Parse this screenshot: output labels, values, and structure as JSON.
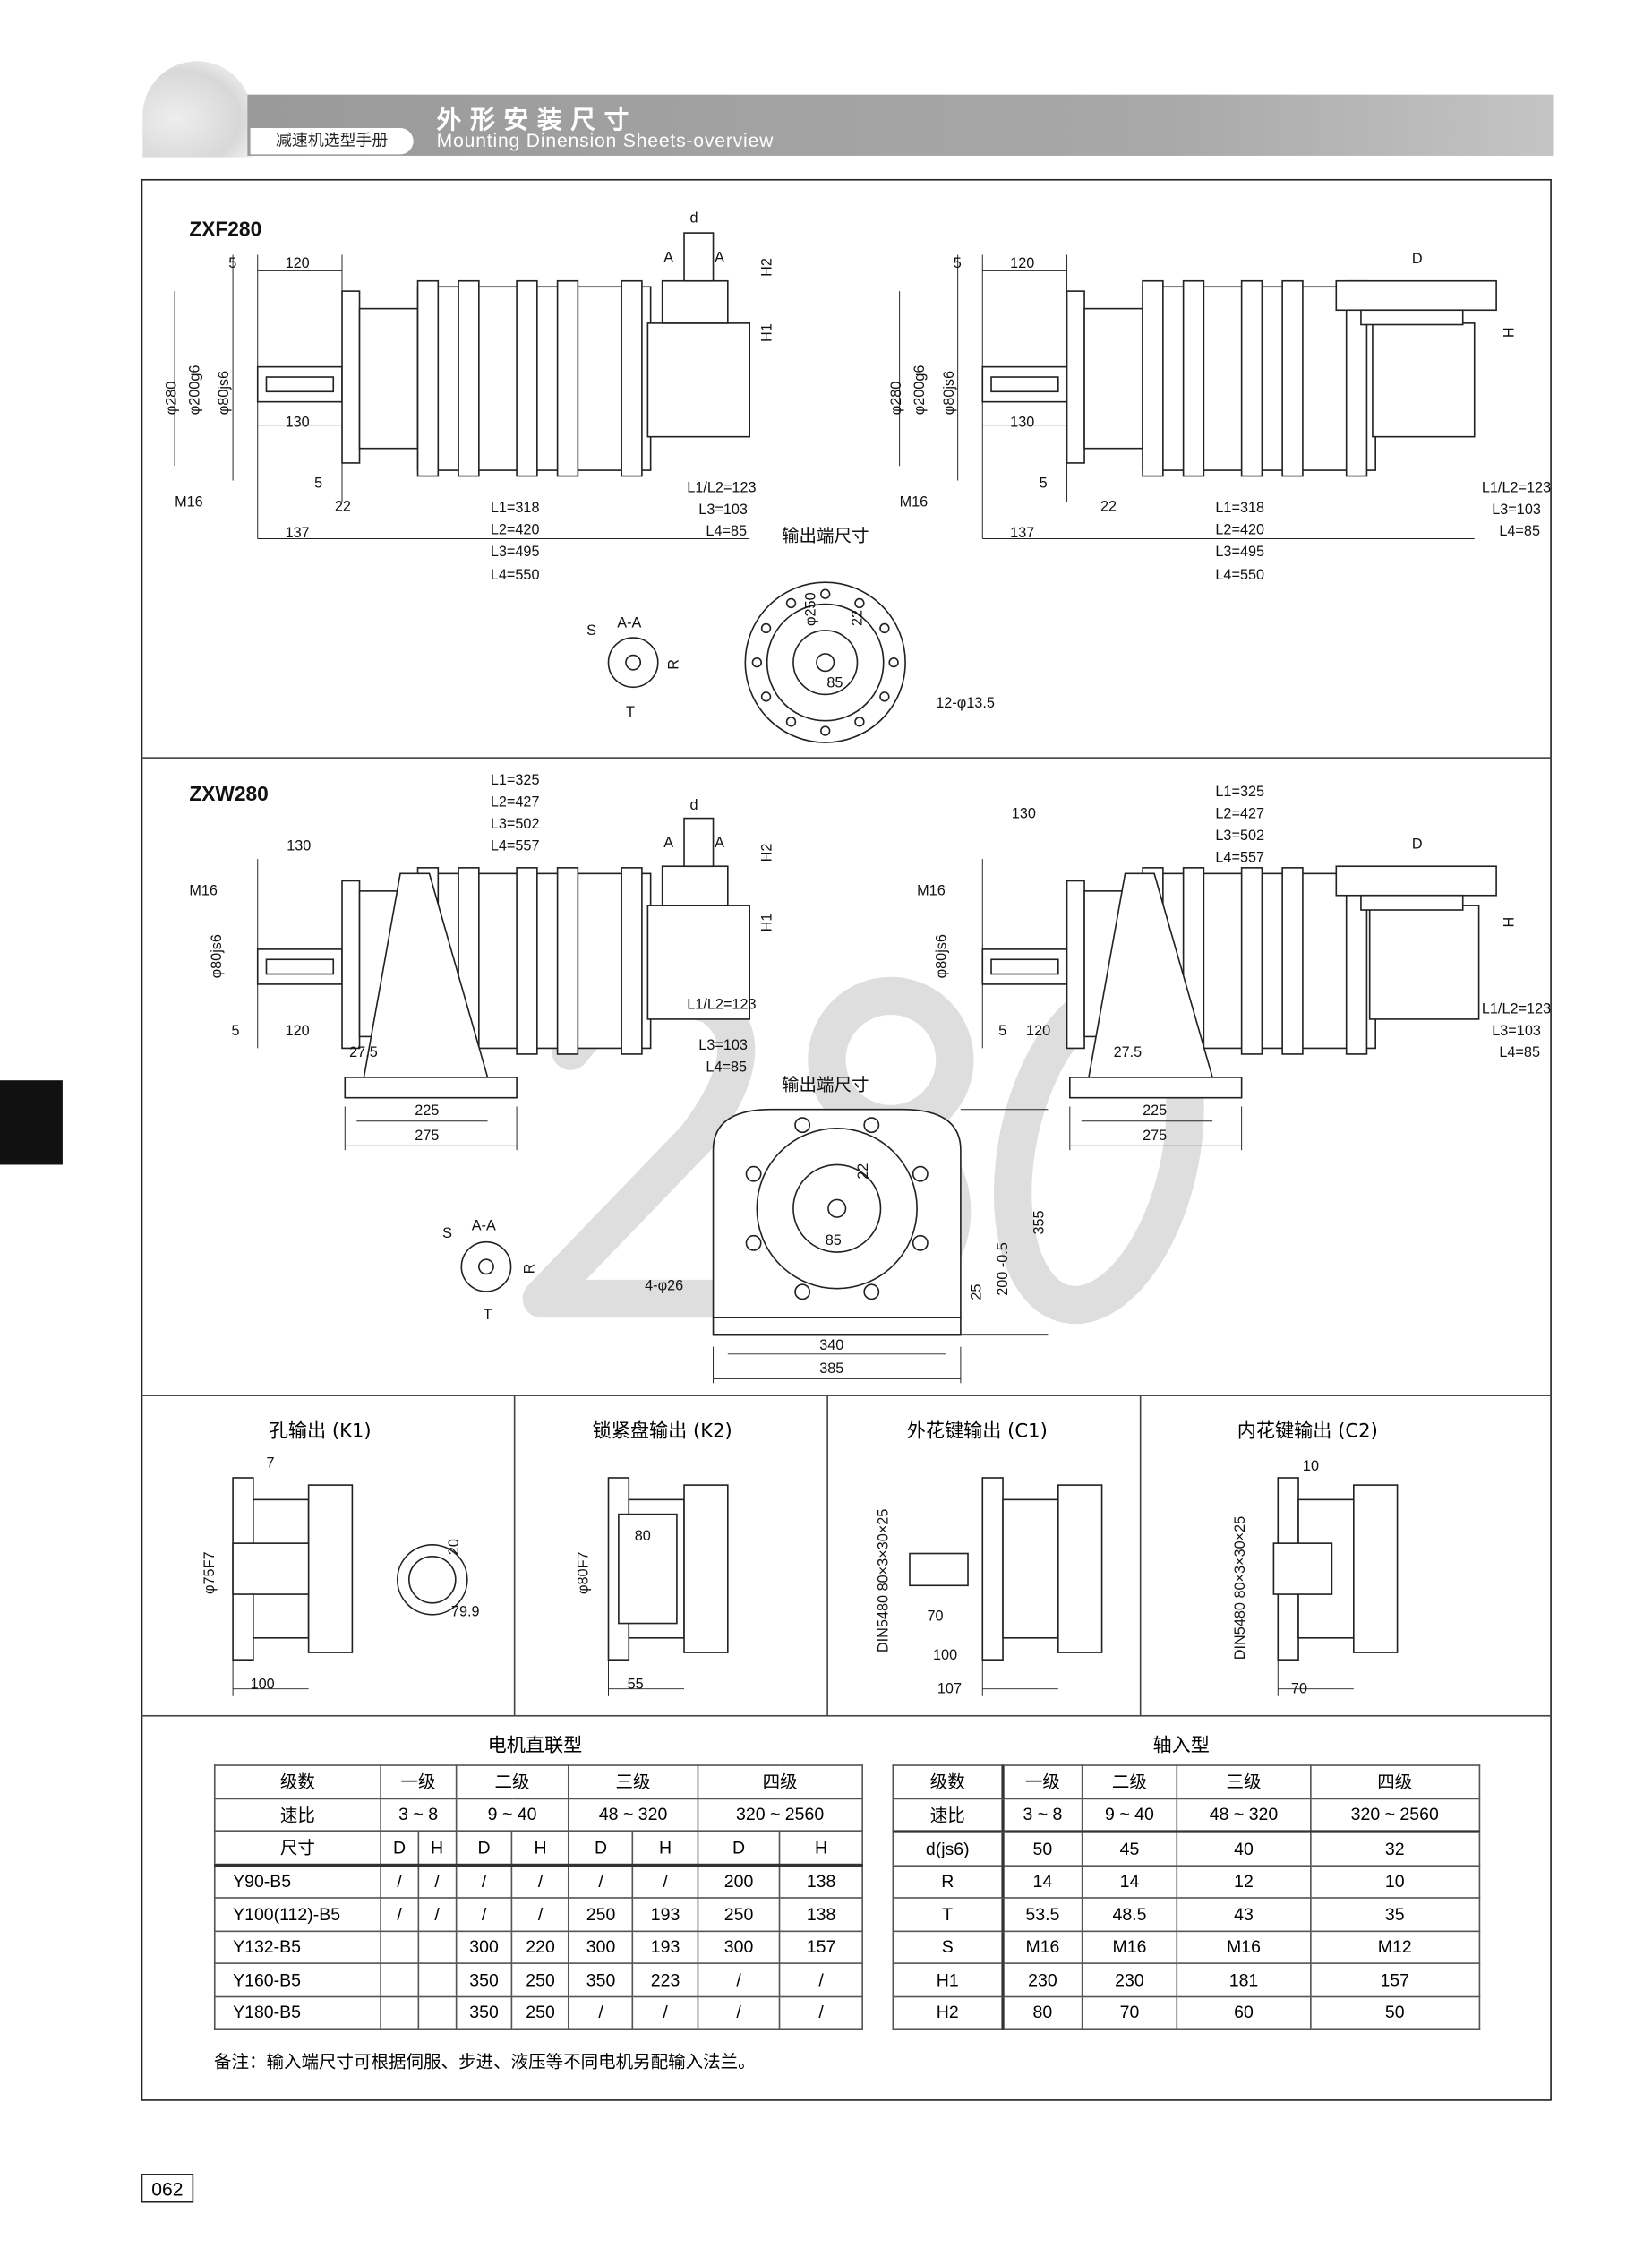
{
  "header": {
    "book": "减速机选型手册",
    "title_cn": "外形安装尺寸",
    "title_en": "Mounting Dinension Sheets-overview"
  },
  "watermark": "280",
  "page_number": "062",
  "zxf": {
    "model": "ZXF280",
    "output_title": "输出端尺寸",
    "left": [
      "5",
      "120",
      "d",
      "A",
      "A",
      "H2",
      "H1",
      "φ280",
      "φ200g6",
      "φ80js6",
      "130",
      "5",
      "M16",
      "22",
      "137",
      "L1=318",
      "L2=420",
      "L3=495",
      "L4=550",
      "L1/L2=123",
      "L3=103",
      "L4=85"
    ],
    "right": [
      "5",
      "120",
      "D",
      "H",
      "φ280",
      "φ200g6",
      "φ80js6",
      "130",
      "5",
      "M16",
      "22",
      "137",
      "L1=318",
      "L2=420",
      "L3=495",
      "L4=550",
      "L1/L2=123",
      "L3=103",
      "L4=85"
    ],
    "output": [
      "φ250",
      "22",
      "85",
      "12-φ13.5"
    ],
    "section": [
      "S",
      "A-A",
      "R",
      "T"
    ]
  },
  "zxw": {
    "model": "ZXW280",
    "output_title": "输出端尺寸",
    "left": [
      "L1=325",
      "L2=427",
      "L3=502",
      "L4=557",
      "130",
      "M16",
      "φ80js6",
      "5",
      "120",
      "27.5",
      "225",
      "275",
      "d",
      "A",
      "A",
      "H2",
      "H1",
      "L1/L2=123",
      "L3=103",
      "L4=85"
    ],
    "right": [
      "130",
      "L1=325",
      "L2=427",
      "L3=502",
      "L4=557",
      "M16",
      "φ80js6",
      "5",
      "120",
      "27.5",
      "225",
      "275",
      "D",
      "H",
      "L1/L2=123",
      "L3=103",
      "L4=85"
    ],
    "output": [
      "22",
      "85",
      "355",
      "25",
      "200 -0.5",
      "4-φ26",
      "340",
      "385"
    ],
    "section": [
      "S",
      "A-A",
      "R",
      "T"
    ]
  },
  "outputs": [
    {
      "title": "孔输出 (K1)",
      "labels": [
        "7",
        "φ75F7",
        "20",
        "79.9",
        "100"
      ]
    },
    {
      "title": "锁紧盘输出 (K2)",
      "labels": [
        "φ80F7",
        "80",
        "55"
      ]
    },
    {
      "title": "外花键输出 (C1)",
      "labels": [
        "DIN5480 80×3×30×25",
        "70",
        "100",
        "107"
      ]
    },
    {
      "title": "内花键输出 (C2)",
      "labels": [
        "10",
        "DIN5480 80×3×30×25",
        "70"
      ]
    }
  ],
  "motor_table": {
    "title": "电机直联型",
    "row_stage": [
      "级数",
      "一级",
      "二级",
      "三级",
      "四级"
    ],
    "row_ratio": [
      "速比",
      "3 ~ 8",
      "9 ~ 40",
      "48 ~ 320",
      "320 ~ 2560"
    ],
    "row_dim": [
      "尺寸",
      "D",
      "H",
      "D",
      "H",
      "D",
      "H",
      "D",
      "H"
    ],
    "rows": [
      [
        "Y90-B5",
        "/",
        "/",
        "/",
        "/",
        "/",
        "/",
        "200",
        "138"
      ],
      [
        "Y100(112)-B5",
        "/",
        "/",
        "/",
        "/",
        "250",
        "193",
        "250",
        "138"
      ],
      [
        "Y132-B5",
        "",
        "",
        "300",
        "220",
        "300",
        "193",
        "300",
        "157"
      ],
      [
        "Y160-B5",
        "",
        "",
        "350",
        "250",
        "350",
        "223",
        "/",
        "/"
      ],
      [
        "Y180-B5",
        "",
        "",
        "350",
        "250",
        "/",
        "/",
        "/",
        "/"
      ]
    ]
  },
  "shaft_table": {
    "title": "轴入型",
    "rows": [
      [
        "级数",
        "一级",
        "二级",
        "三级",
        "四级"
      ],
      [
        "速比",
        "3 ~ 8",
        "9 ~ 40",
        "48 ~ 320",
        "320 ~ 2560"
      ],
      [
        "d(js6)",
        "50",
        "45",
        "40",
        "32"
      ],
      [
        "R",
        "14",
        "14",
        "12",
        "10"
      ],
      [
        "T",
        "53.5",
        "48.5",
        "43",
        "35"
      ],
      [
        "S",
        "M16",
        "M16",
        "M16",
        "M12"
      ],
      [
        "H1",
        "230",
        "230",
        "181",
        "157"
      ],
      [
        "H2",
        "80",
        "70",
        "60",
        "50"
      ]
    ]
  },
  "note": "备注：输入端尺寸可根据伺服、步进、液压等不同电机另配输入法兰。"
}
